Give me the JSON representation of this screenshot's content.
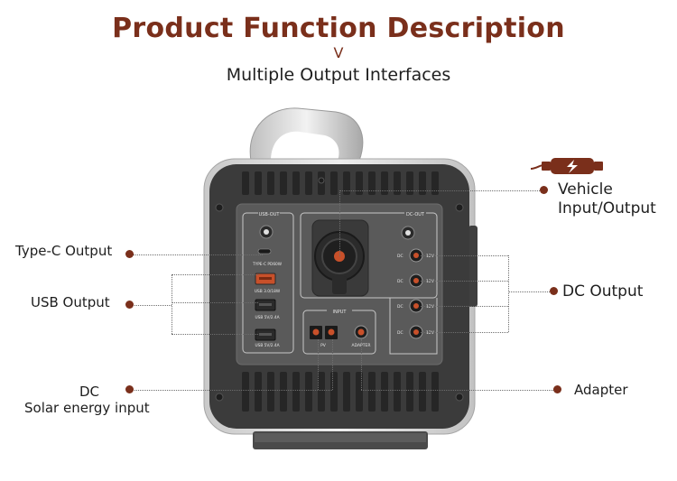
{
  "header": {
    "title": "Product Function Description",
    "chevron": "V",
    "subtitle": "Multiple  Output Interfaces"
  },
  "callouts": {
    "type_c": "Type-C  Output",
    "usb": "USB Output",
    "dc_solar_line1": "DC",
    "dc_solar_line2": "Solar energy input",
    "vehicle_line1": "Vehicle",
    "vehicle_line2": "Input/Output",
    "dc_output": "DC  Output",
    "adapter": "Adapter"
  },
  "panel": {
    "usb_out_title": "USB-OUT",
    "dc_out_title": "DC-OUT",
    "input_title": "INPUT",
    "type_c_label": "TYPE-C PD60W",
    "usb1_label": "USB 3.0/18W",
    "usb2_label": "USB 5V/2.4A",
    "usb3_label": "USB 5V/2.4A",
    "pv_label": "PV",
    "adapter_label": "ADAPTER",
    "dc_port_label": "DC",
    "dc_port_volt": "12V"
  },
  "colors": {
    "accent": "#7a2f1b",
    "dot": "#7a2f1b",
    "body_dark": "#3e3e3e",
    "panel": "#5a5a5a",
    "frame": "#d9d9d9",
    "port_orange": "#c8502a"
  },
  "icons": {
    "vehicle": "car-charger-lightning-icon"
  }
}
